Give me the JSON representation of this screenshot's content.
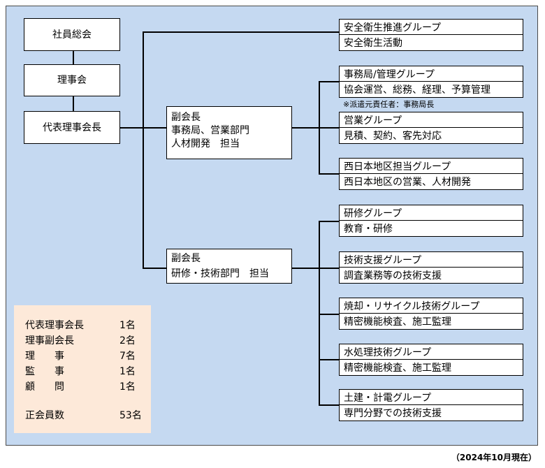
{
  "left_column": {
    "general_meeting": "社員総会",
    "board": "理事会",
    "president": "代表理事会長"
  },
  "vice_presidents": [
    {
      "lines": [
        "副会長",
        "事務局、営業部門",
        "人材開発　担当"
      ]
    },
    {
      "lines": [
        "副会長",
        "研修・技術部門　担当"
      ]
    }
  ],
  "groups": [
    {
      "name": "安全衛生推進グループ",
      "desc": "安全衛生活動"
    },
    {
      "name": "事務局/管理グループ",
      "desc": "協会運営、総務、経理、予算管理"
    },
    {
      "name": "営業グループ",
      "desc": "見積、契約、客先対応"
    },
    {
      "name": "西日本地区担当グループ",
      "desc": "西日本地区の営業、人材開発"
    },
    {
      "name": "研修グループ",
      "desc": "教育・研修"
    },
    {
      "name": "技術支援グループ",
      "desc": "調査業務等の技術支援"
    },
    {
      "name": "焼却・リサイクル技術グループ",
      "desc": "精密機能検査、施工監理"
    },
    {
      "name": "水処理技術グループ",
      "desc": "精密機能検査、施工監理"
    },
    {
      "name": "土建・計電グループ",
      "desc": "専門分野での技術支援"
    }
  ],
  "dispatch_note": "※派遣元責任者：事務局長",
  "summary": [
    {
      "label": "代表理事会長",
      "count": "1名"
    },
    {
      "label": "理事副会長",
      "count": "2名"
    },
    {
      "label": "理　　事",
      "count": "7名"
    },
    {
      "label": "監　　事",
      "count": "1名"
    },
    {
      "label": "顧　　問",
      "count": "1名"
    },
    {
      "label": "正会員数",
      "count": "53名"
    }
  ],
  "footnote": "（2024年10月現在）"
}
